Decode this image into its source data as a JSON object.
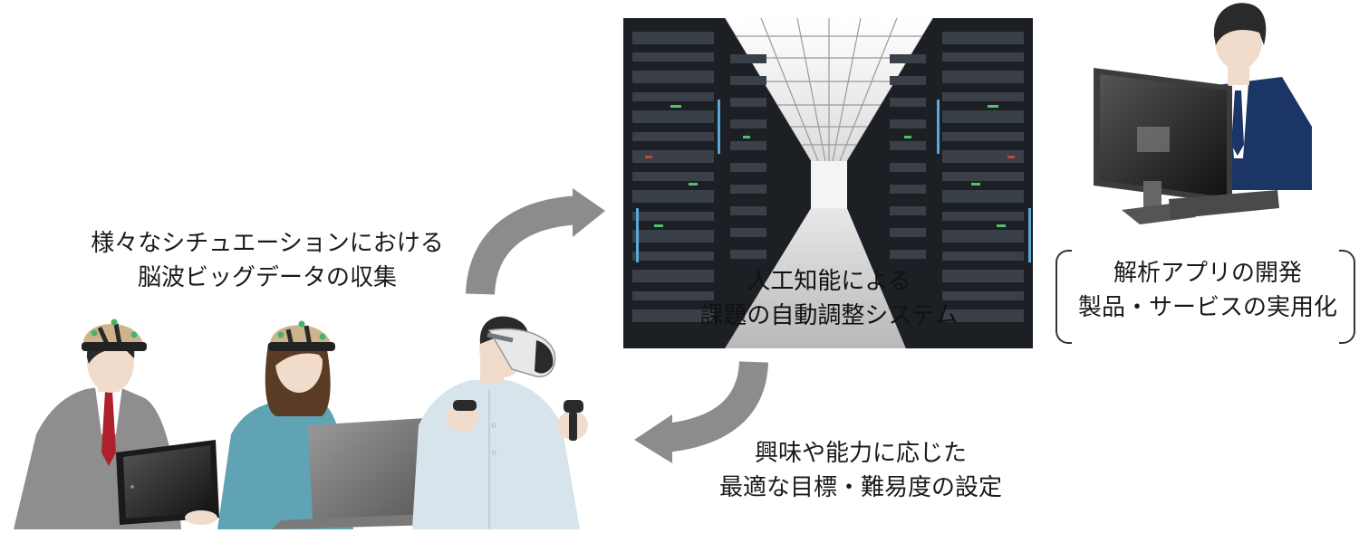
{
  "labels": {
    "collect": [
      "様々なシチュエーションにおける",
      "脳波ビッグデータの収集"
    ],
    "ai": [
      "人工知能による",
      "課題の自動調整システム"
    ],
    "target": [
      "興味や能力に応じた",
      "最適な目標・難易度の設定"
    ],
    "app": [
      "解析アプリの開発",
      "製品・サービスの実用化"
    ]
  },
  "colors": {
    "arrow": "#8c8c8c",
    "server_dark": "#1c1f24",
    "ceiling": "#f2f2f2",
    "suit_gray": "#8e8e8e",
    "shirt_teal": "#5fa3b4",
    "shirt_light": "#d8e4ec",
    "suit_navy": "#1b3566",
    "skin": "#f1dccb",
    "hair": "#2a2a2a"
  },
  "icons": [
    "eeg-headset-icon",
    "vr-goggles-icon",
    "tablet-icon",
    "laptop-icon",
    "monitor-icon",
    "server-racks-icon"
  ]
}
